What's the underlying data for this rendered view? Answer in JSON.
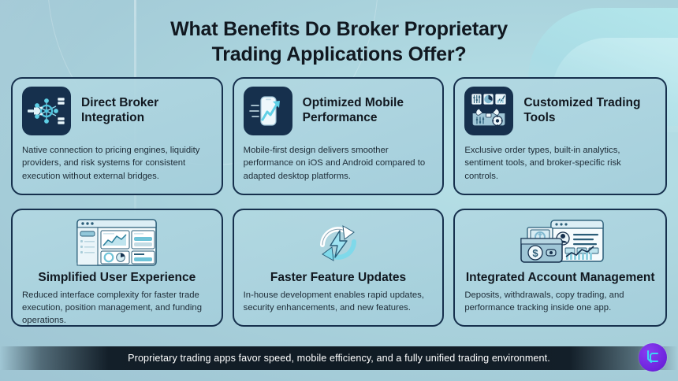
{
  "title": {
    "line1": "What Benefits Do Broker Proprietary",
    "line2": "Trading Applications Offer?"
  },
  "colors": {
    "background": "#a8cfd9",
    "card_border": "#16304d",
    "card_fill": "#b2d8e2",
    "icon_tile": "#16304d",
    "accent_cyan": "#5fd0e6",
    "title_text": "#111820",
    "body_text": "#1d2b36",
    "footer_bar": "#101b24",
    "footer_text": "#ffffff",
    "logo_circle": "#6d23dd",
    "logo_mark": "#3ad8f5"
  },
  "cards": [
    {
      "id": "direct-broker-integration",
      "title": "Direct Broker Integration",
      "body": "Native connection to pricing engines, liquidity providers, and risk systems for consistent execution without external bridges.",
      "icon": "network-plug-icon",
      "layout": "icon-left"
    },
    {
      "id": "optimized-mobile-performance",
      "title": "Optimized Mobile Performance",
      "body": "Mobile-first design delivers smoother performance on iOS and Android compared to adapted desktop platforms.",
      "icon": "phone-growth-arrow-icon",
      "layout": "icon-left"
    },
    {
      "id": "customized-trading-tools",
      "title": "Customized Trading Tools",
      "body": "Exclusive order types, built-in analytics, sentiment tools, and broker-specific risk controls.",
      "icon": "toolbox-analytics-icon",
      "layout": "icon-left"
    },
    {
      "id": "simplified-user-experience",
      "title": "Simplified User Experience",
      "body": "Reduced interface complexity for faster trade execution, position management, and funding operations.",
      "icon": "dashboard-window-icon",
      "layout": "icon-top"
    },
    {
      "id": "faster-feature-updates",
      "title": "Faster Feature Updates",
      "body": "In-house development enables rapid updates, security enhancements, and new features.",
      "icon": "refresh-lightning-icon",
      "layout": "icon-top"
    },
    {
      "id": "integrated-account-management",
      "title": "Integrated Account Management",
      "body": "Deposits, withdrawals, copy trading, and performance tracking inside one app.",
      "icon": "wallet-dashboard-icon",
      "layout": "icon-top"
    }
  ],
  "footer": {
    "text": "Proprietary trading apps favor speed, mobile efficiency, and a fully unified trading environment.",
    "logo": "brand-logo-badge"
  }
}
